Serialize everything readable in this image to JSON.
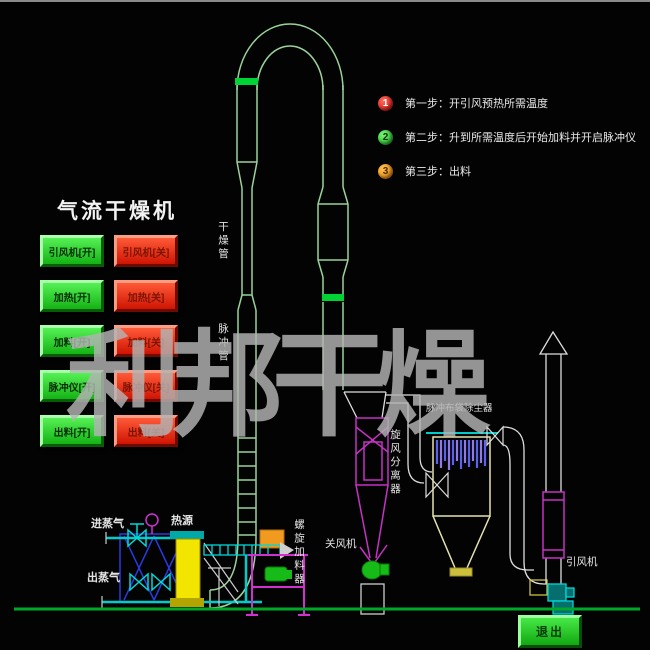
{
  "watermark": "利邦干燥",
  "panel": {
    "title": "气流干燥机",
    "buttons": [
      {
        "on": "引风机[开]",
        "off": "引风机[关]"
      },
      {
        "on": "加热[开]",
        "off": "加热[关]"
      },
      {
        "on": "加料[开]",
        "off": "加料[关]"
      },
      {
        "on": "脉冲仪[开]",
        "off": "脉冲仪[关]"
      },
      {
        "on": "出料[开]",
        "off": "出料[关]"
      }
    ]
  },
  "steps": [
    {
      "num": "1",
      "text": "第一步：开引风预热所需温度"
    },
    {
      "num": "2",
      "text": "第二步：升到所需温度后开始加料并开启脉冲仪"
    },
    {
      "num": "3",
      "text": "第三步：出料"
    }
  ],
  "labels": {
    "drying_pipe": "干燥管",
    "pulse_pipe": "脉冲管",
    "cyclone": "旋风分离器",
    "bag_filter": "脉冲布袋除尘器",
    "screw_feeder": "螺旋加料器",
    "airlock_fan": "关风机",
    "draft_fan": "引风机",
    "steam_in": "进蒸气",
    "steam_out": "出蒸气",
    "heat_source": "热源"
  },
  "exit_button": "退出",
  "colors": {
    "background": "#030303",
    "pipe_green": "#9ad29a",
    "bright_green_band": "#00d435",
    "magenta": "#c433c4",
    "cyan": "#00d8d8",
    "blue": "#2a3ae0",
    "heater_yellow": "#f2e600",
    "hopper_orange": "#f09a20",
    "button_green": "#2ecc2e",
    "button_red": "#e03218",
    "ground_green": "#00a828",
    "step1_red": "#d80c0c",
    "step2_green": "#14bb14",
    "step3_orange": "#ec8400",
    "watermark_gray": "#b4b4b4"
  }
}
